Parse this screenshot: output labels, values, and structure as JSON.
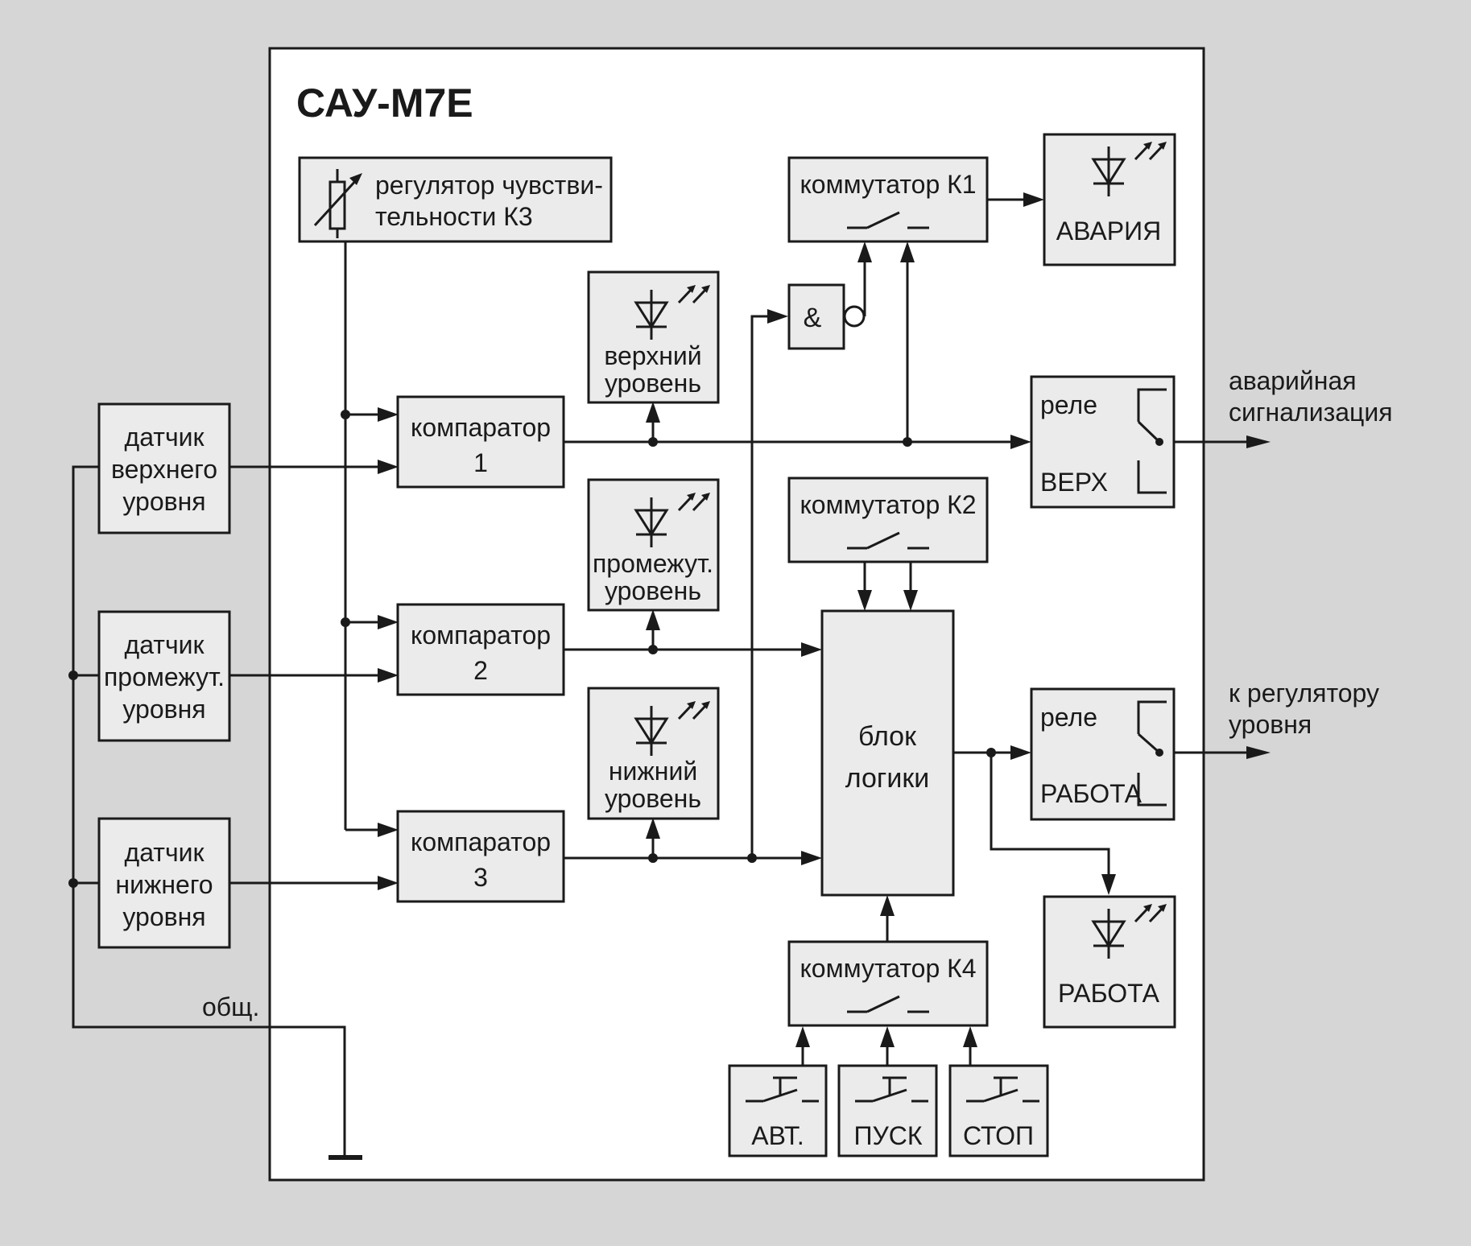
{
  "device_title": "САУ-М7Е",
  "sensitivity_regulator": {
    "line1": "регулятор чувстви-",
    "line2": "тельности К3"
  },
  "sensors": {
    "upper": [
      "датчик",
      "верхнего",
      "уровня"
    ],
    "middle": [
      "датчик",
      "промежут.",
      "уровня"
    ],
    "lower": [
      "датчик",
      "нижнего",
      "уровня"
    ],
    "common": "общ."
  },
  "comparators": [
    {
      "label": "компаратор",
      "number": "1"
    },
    {
      "label": "компаратор",
      "number": "2"
    },
    {
      "label": "компаратор",
      "number": "3"
    }
  ],
  "level_indicators": {
    "upper": [
      "верхний",
      "уровень"
    ],
    "middle": [
      "промежут.",
      "уровень"
    ],
    "lower": [
      "нижний",
      "уровень"
    ]
  },
  "switches": {
    "k1": "коммутатор К1",
    "k2": "коммутатор К2",
    "k4": "коммутатор К4"
  },
  "and_gate": "&",
  "alarm_indicator": "АВАРИЯ",
  "work_indicator": "РАБОТА",
  "logic_block": [
    "блок",
    "логики"
  ],
  "relays": {
    "upper": {
      "label": "реле",
      "name": "ВЕРХ"
    },
    "work": {
      "label": "реле",
      "name": "РАБОТА"
    }
  },
  "outputs": {
    "alarm": [
      "аварийная",
      "сигнализация"
    ],
    "regulator": [
      "к регулятору",
      "уровня"
    ]
  },
  "buttons": {
    "auto": "АВТ.",
    "start": "ПУСК",
    "stop": "СТОП"
  }
}
